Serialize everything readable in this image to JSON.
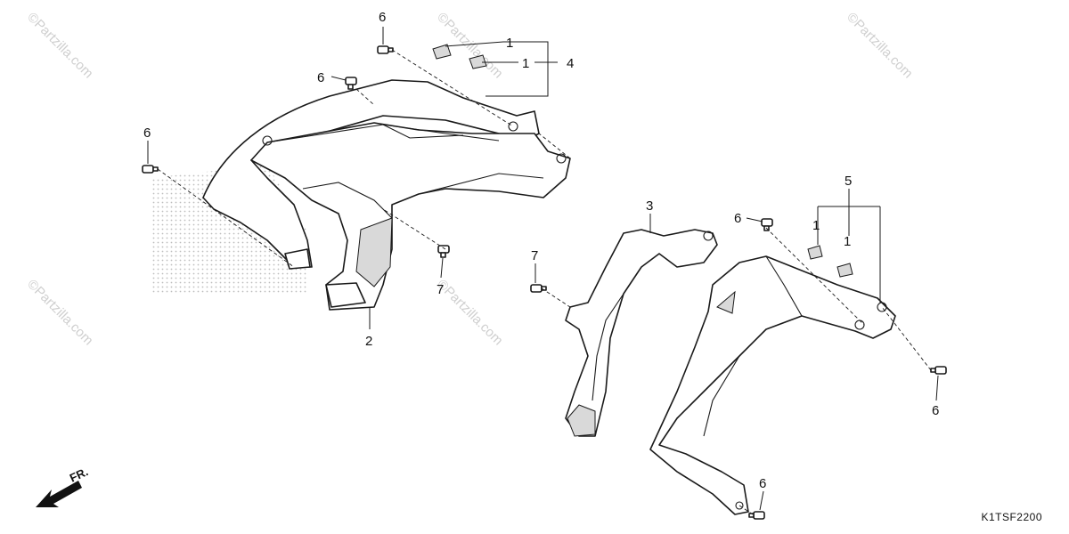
{
  "diagram": {
    "code": "K1TSF2200",
    "direction_label": "FR.",
    "watermark_text": "©Partzilla.com",
    "callouts": {
      "c1a": "1",
      "c1b": "1",
      "c1c": "1",
      "c1d": "1",
      "c2": "2",
      "c3": "3",
      "c4": "4",
      "c5": "5",
      "c6a": "6",
      "c6b": "6",
      "c6c": "6",
      "c6d": "6",
      "c6e": "6",
      "c6f": "6",
      "c7a": "7",
      "c7b": "7"
    }
  }
}
